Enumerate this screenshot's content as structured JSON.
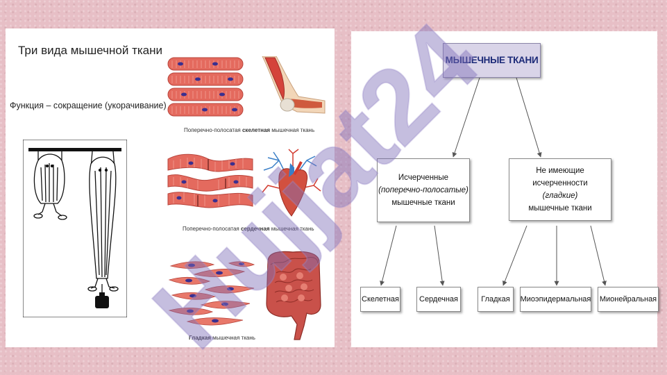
{
  "left": {
    "title": "Три вида мышечной ткани",
    "function": "Функция – сокращение (укорачивание)",
    "caption_skeletal": {
      "pre": "Поперечно-полосатая ",
      "bold": "скелетная",
      "post": " мышечная ткань"
    },
    "caption_cardiac": {
      "pre": "Поперечно-полосатая ",
      "bold": "сердечная",
      "post": " мышечная ткань"
    },
    "caption_smooth": {
      "pre": "",
      "bold": "Гладкая",
      "post": " мышечная ткань"
    }
  },
  "diagram": {
    "title": "МЫШЕЧНЫЕ ТКАНИ",
    "striated": {
      "line1": "Исчерченные",
      "line2": "(поперечно-полосатые)",
      "line3": "мышечные ткани"
    },
    "smooth": {
      "line1": "Не имеющие исчерченности",
      "line2": "(гладкие)",
      "line3": "мышечные ткани"
    },
    "leaves": [
      "Скелетная",
      "Сердечная",
      "Гладкая",
      "Миоэпидермальная",
      "Мионейральная"
    ]
  },
  "watermark": "Hujjat24",
  "colors": {
    "background": "#e7bfc6",
    "title_fill": "#d9d4e8",
    "title_text": "#1c2a78",
    "muscle": "#e46a5e",
    "nucleus": "#3a2f8f",
    "watermark": "#7e6fb8"
  }
}
